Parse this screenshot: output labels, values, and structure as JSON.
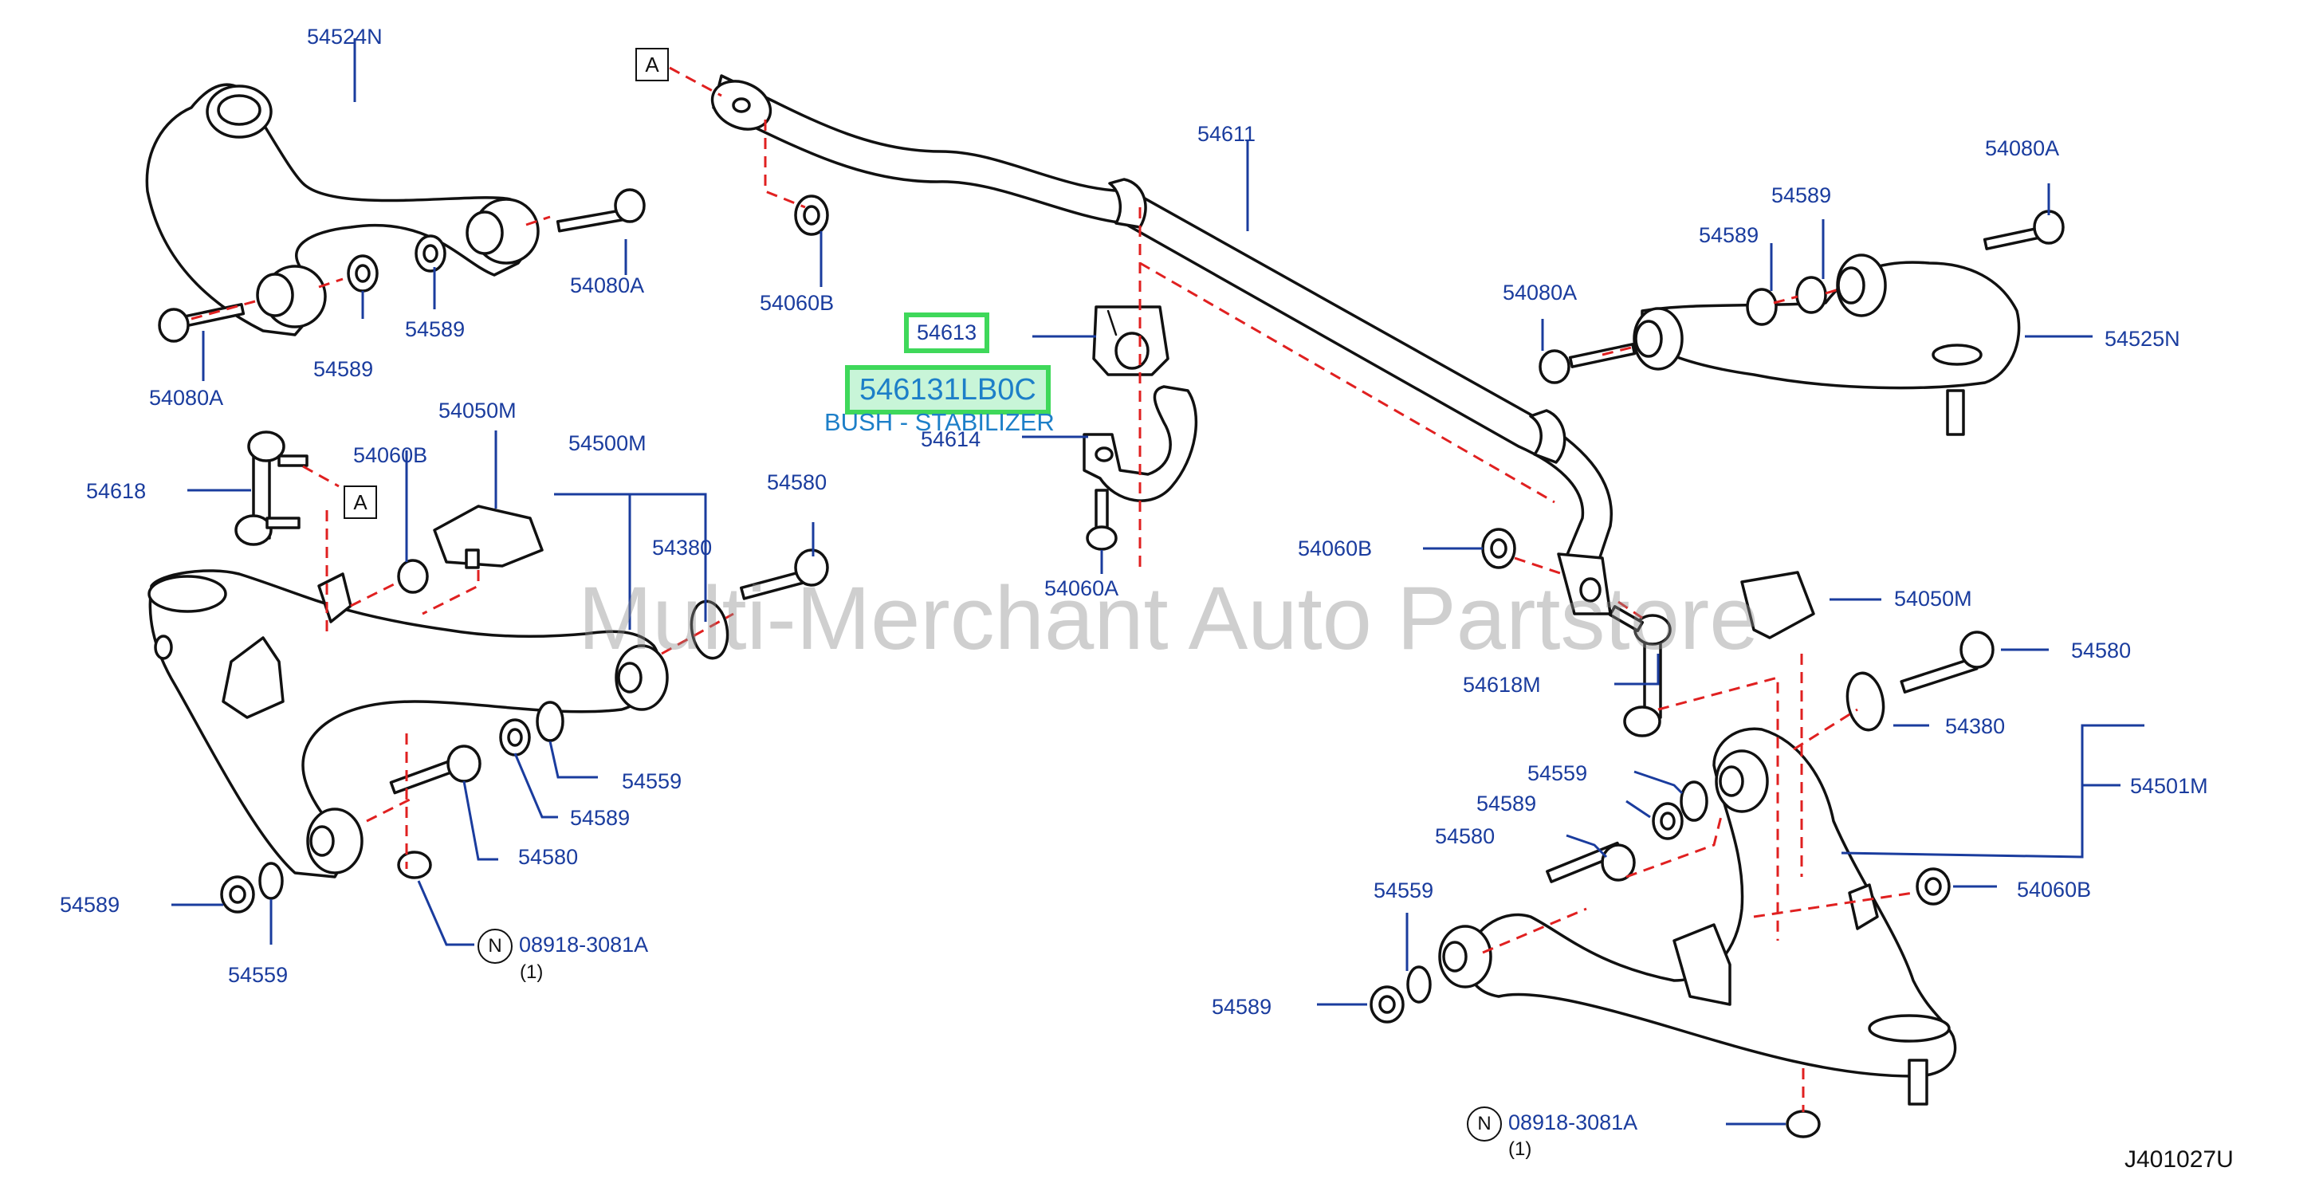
{
  "labels": {
    "p54524N": "54524N",
    "p54080A_ul_r": "54080A",
    "p54589_ul_mid": "54589",
    "p54589_ul_bot": "54589",
    "p54080A_ul_l": "54080A",
    "p54060B_top": "54060B",
    "p54611": "54611",
    "p54613": "54613",
    "p54614": "54614",
    "p54060A": "54060A",
    "p54080A_ur_top": "54080A",
    "p54589_ur_a": "54589",
    "p54589_ur_b": "54589",
    "p54080A_ur_l": "54080A",
    "p54525N": "54525N",
    "p54618": "54618",
    "p54060B_l": "54060B",
    "p54050M_l": "54050M",
    "p54500M": "54500M",
    "p54580_l_top": "54580",
    "p54380_l": "54380",
    "p54559_l_r": "54559",
    "p54589_l_r": "54589",
    "p54580_l_bot": "54580",
    "p54589_l_bot": "54589",
    "p54559_l_bot": "54559",
    "p08918_l": "08918-3081A",
    "qty_l": "(1)",
    "p54060B_mid": "54060B",
    "p54050M_r": "54050M",
    "p54580_r_top": "54580",
    "p54618M": "54618M",
    "p54380_r": "54380",
    "p54559_r_top": "54559",
    "p54501M": "54501M",
    "p54589_r_mid": "54589",
    "p54580_r_mid": "54580",
    "p54559_r_bot": "54559",
    "p54060B_r": "54060B",
    "p54589_r_bot": "54589",
    "p08918_r": "08918-3081A",
    "qty_r": "(1)"
  },
  "ref_marks": {
    "a_top": "A",
    "a_left": "A",
    "n_left": "N",
    "n_right": "N"
  },
  "highlight": {
    "part_number": "546131LB0C",
    "description": "BUSH - STABILIZER"
  },
  "watermark": "Multi-Merchant Auto Partstore",
  "diagram_code": "J401027U",
  "colors": {
    "label_blue": "#1a3c9e",
    "highlight_green": "#3fd85a",
    "highlight_fill": "#c8f5d8",
    "highlight_text": "#1d7fc8",
    "dash_red": "#e02020",
    "line_black": "#111111"
  }
}
